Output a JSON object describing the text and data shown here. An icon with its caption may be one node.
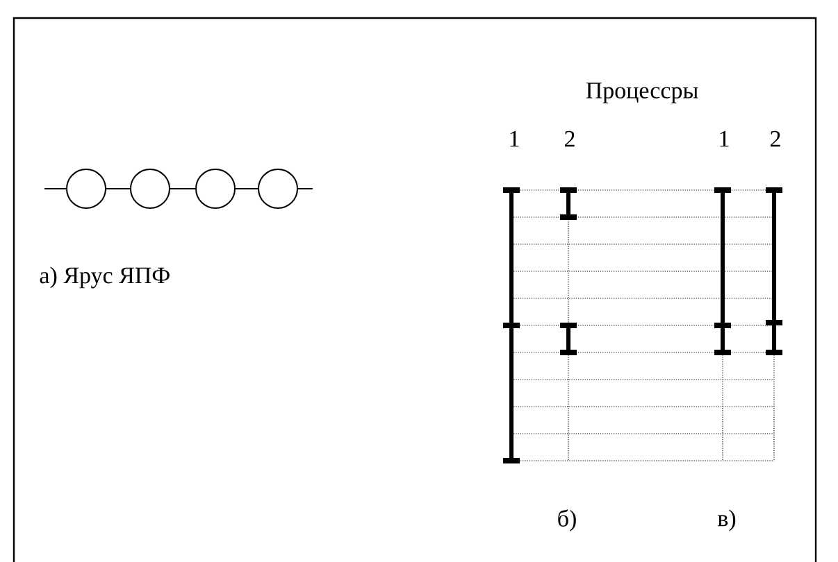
{
  "diagram": {
    "nodes": [
      {
        "text": [],
        "shape": "circle"
      },
      {
        "text": [],
        "shape": "circle"
      },
      {
        "text": [],
        "shape": "circle"
      },
      {
        "text": [],
        "shape": "circle"
      }
    ],
    "edges": [
      {
        "from": null,
        "to": 0,
        "arrow": "none"
      },
      {
        "from": 0,
        "to": 1,
        "arrow": "none"
      },
      {
        "from": 1,
        "to": 2,
        "arrow": "none"
      },
      {
        "from": 2,
        "to": 3,
        "arrow": "none"
      },
      {
        "from": 3,
        "to": null,
        "arrow": "none"
      }
    ],
    "labels": [
      "Процессры",
      "1",
      "2",
      "1",
      "2",
      "а) Ярус ЯПФ",
      "б)",
      "в)"
    ]
  }
}
